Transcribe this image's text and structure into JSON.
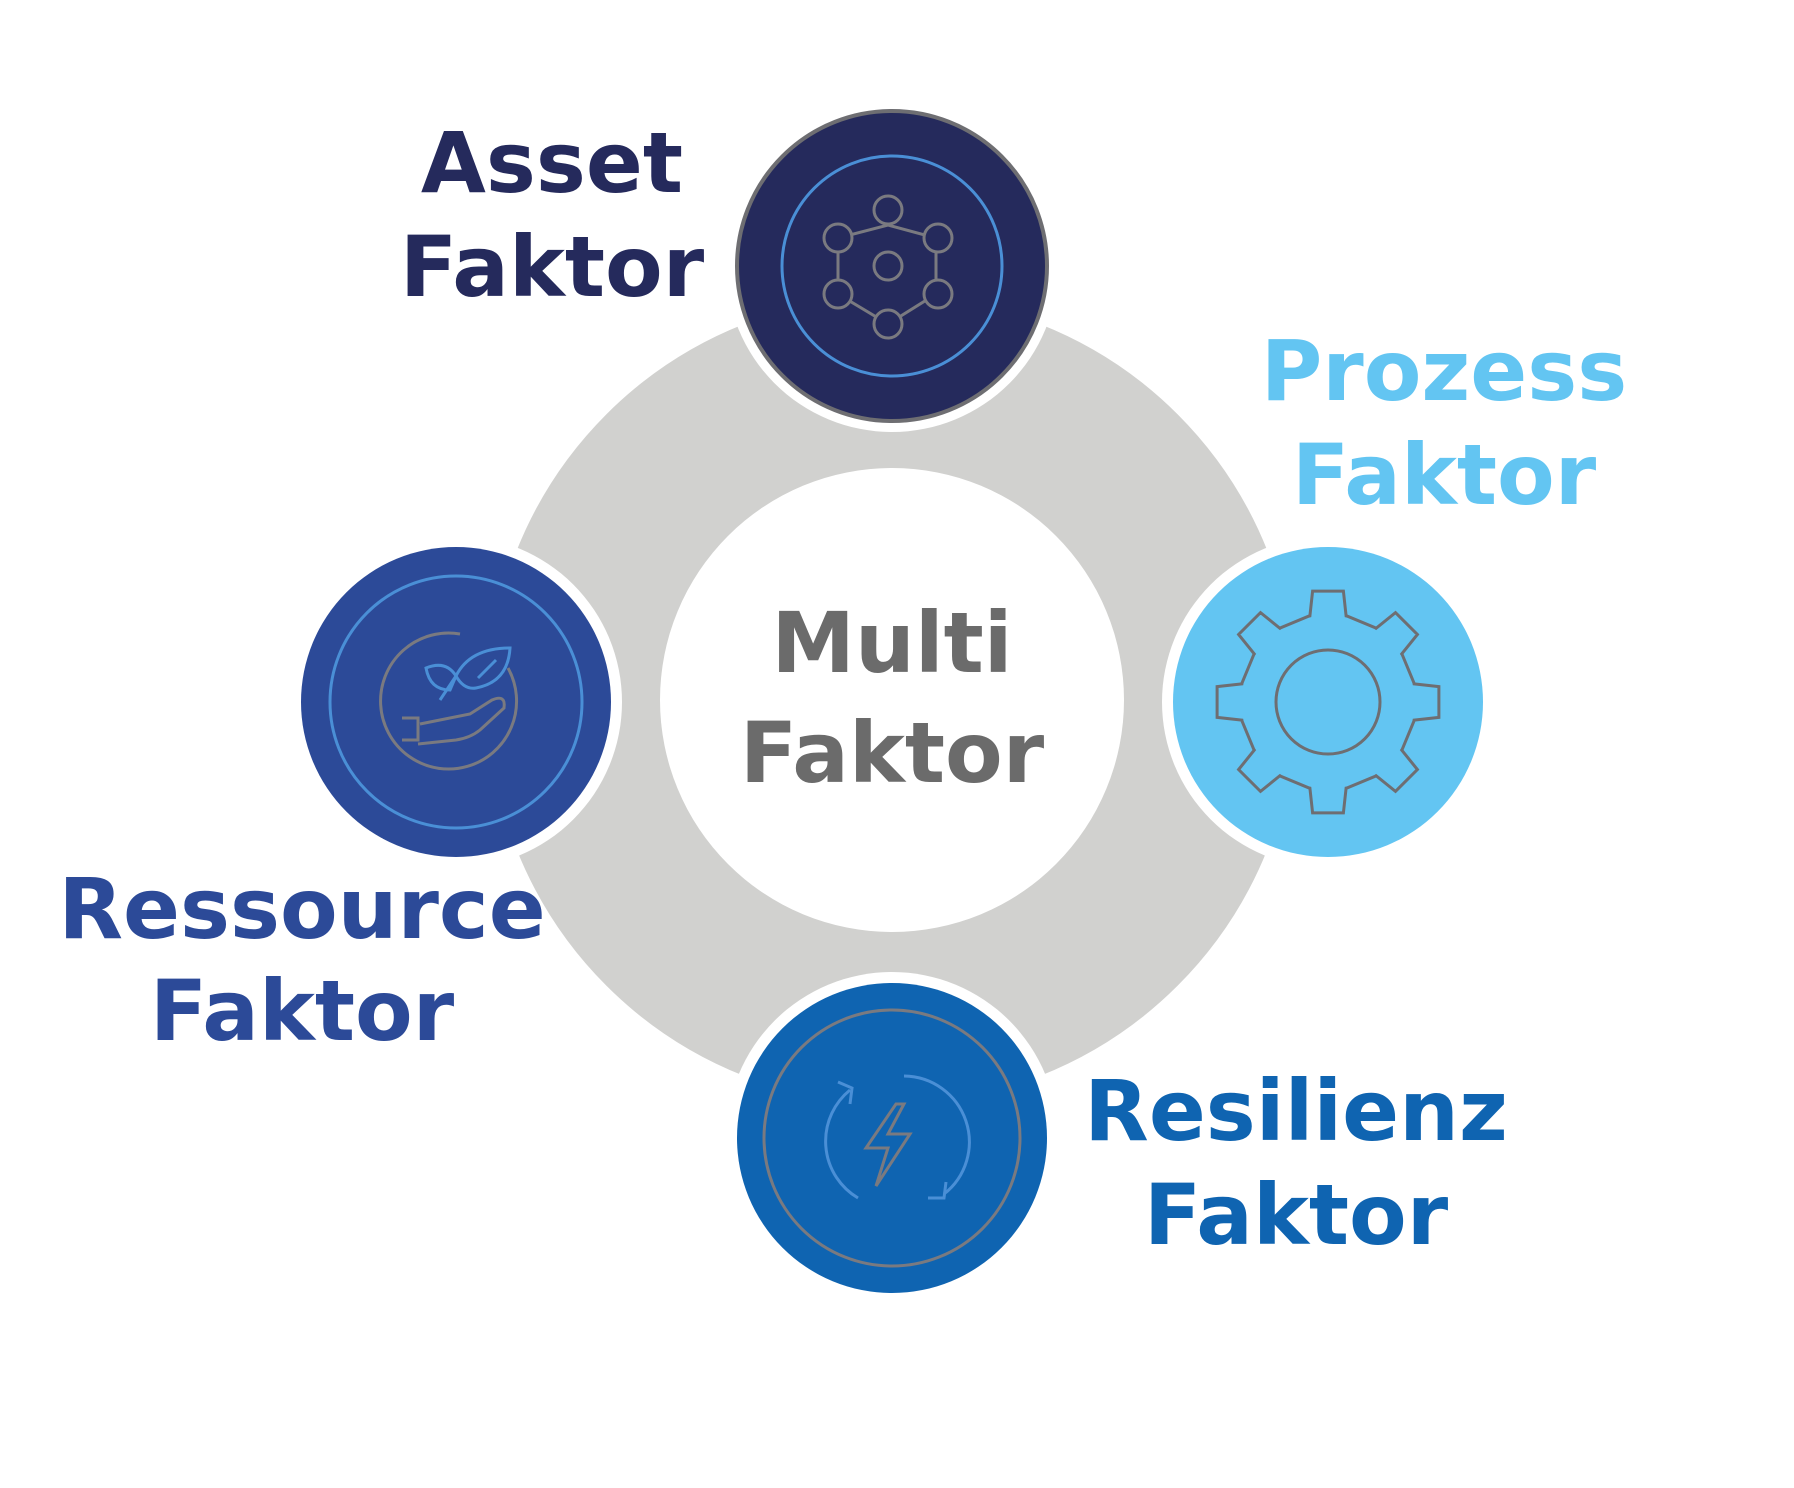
{
  "center": {
    "line1": "Multi",
    "line2": "Faktor",
    "color": "#6b6b6b"
  },
  "ring_color": "#d1d1cf",
  "factors": [
    {
      "id": "asset",
      "line1": "Asset",
      "line2": "Faktor",
      "color": "#252a5c",
      "icon": "network-icon"
    },
    {
      "id": "prozess",
      "line1": "Prozess",
      "line2": "Faktor",
      "color": "#63c5f2",
      "icon": "gear-icon"
    },
    {
      "id": "ressource",
      "line1": "Ressource",
      "line2": "Faktor",
      "color": "#2c4a98",
      "icon": "plant-in-hand-icon"
    },
    {
      "id": "resilienz",
      "line1": "Resilienz",
      "line2": "Faktor",
      "color": "#0f64b1",
      "icon": "renew-energy-icon"
    }
  ]
}
